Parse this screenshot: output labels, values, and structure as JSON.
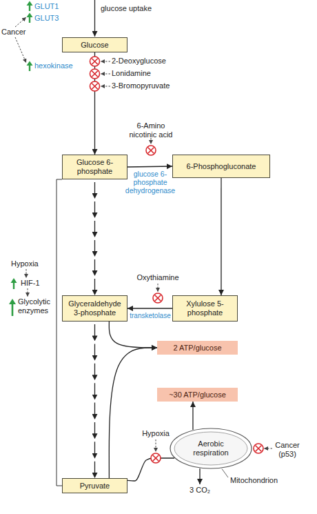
{
  "diagram": {
    "nodes": [
      {
        "text": [
          "Glucose"
        ]
      },
      {
        "text": [
          "Glucose 6-phosphate"
        ]
      },
      {
        "text": [
          "6-Phosphogluconate"
        ]
      },
      {
        "text": [
          "Glyceraldehyde 3-phosphate"
        ]
      },
      {
        "text": [
          "Xylulose 5-phosphate"
        ]
      },
      {
        "text": [
          "2 ATP/glucose"
        ]
      },
      {
        "text": [
          "~30 ATP/glucose"
        ]
      },
      {
        "text": [
          "Pyruvate"
        ]
      },
      {
        "text": [
          "Aerobic respiration"
        ]
      }
    ],
    "edges": [
      {
        "from": 0,
        "to": 1,
        "arrow": "to"
      },
      {
        "from": 1,
        "to": 2,
        "label": "glucose 6-phosphate dehydrogenase",
        "arrow": "to"
      },
      {
        "from": 2,
        "to": 4,
        "arrow": "to"
      },
      {
        "from": 4,
        "to": 3,
        "label": "transketolase",
        "arrow": "to"
      },
      {
        "from": 1,
        "to": 3,
        "arrow": "to"
      },
      {
        "from": 3,
        "to": 7,
        "arrow": "to"
      },
      {
        "from": 3,
        "to": 5,
        "arrow": "to"
      },
      {
        "from": 7,
        "to": 5,
        "arrow": "to"
      },
      {
        "from": 7,
        "to": 8,
        "arrow": "none"
      },
      {
        "from": 8,
        "to": 6,
        "arrow": "to"
      }
    ],
    "labels": [
      "GLUT1",
      "GLUT3",
      "Cancer",
      "hexokinase",
      "glucose uptake",
      "2-Deoxyglucose",
      "Lonidamine",
      "3-Bromopyruvate",
      "6-Amino nicotinic acid",
      "Oxythiamine",
      "Hypoxia",
      "HIF-1",
      "Glycolytic enzymes",
      "Hypoxia",
      "Cancer (p53)",
      "3 CO₂",
      "Mitochondrion"
    ]
  }
}
